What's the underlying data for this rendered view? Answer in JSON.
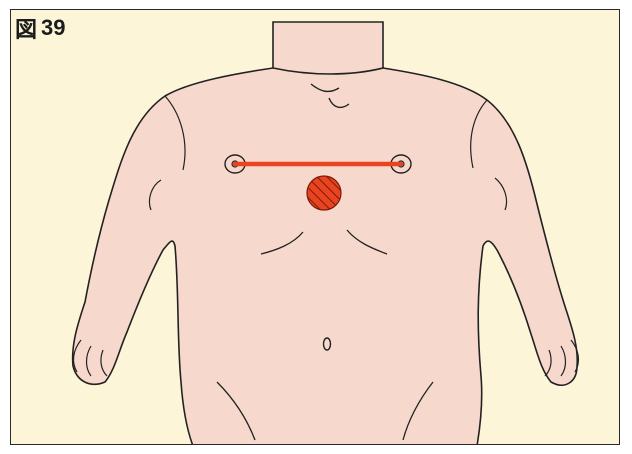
{
  "figure": {
    "label_prefix": "図",
    "number": "39"
  },
  "colors": {
    "background": "#fdf5d8",
    "skin": "#f7d8cc",
    "outline": "#222222",
    "highlight": "#e8441f"
  },
  "icons": {
    "nipple_line": "horizontal-line-between-nipples",
    "target_spot": "hatched-circle"
  }
}
